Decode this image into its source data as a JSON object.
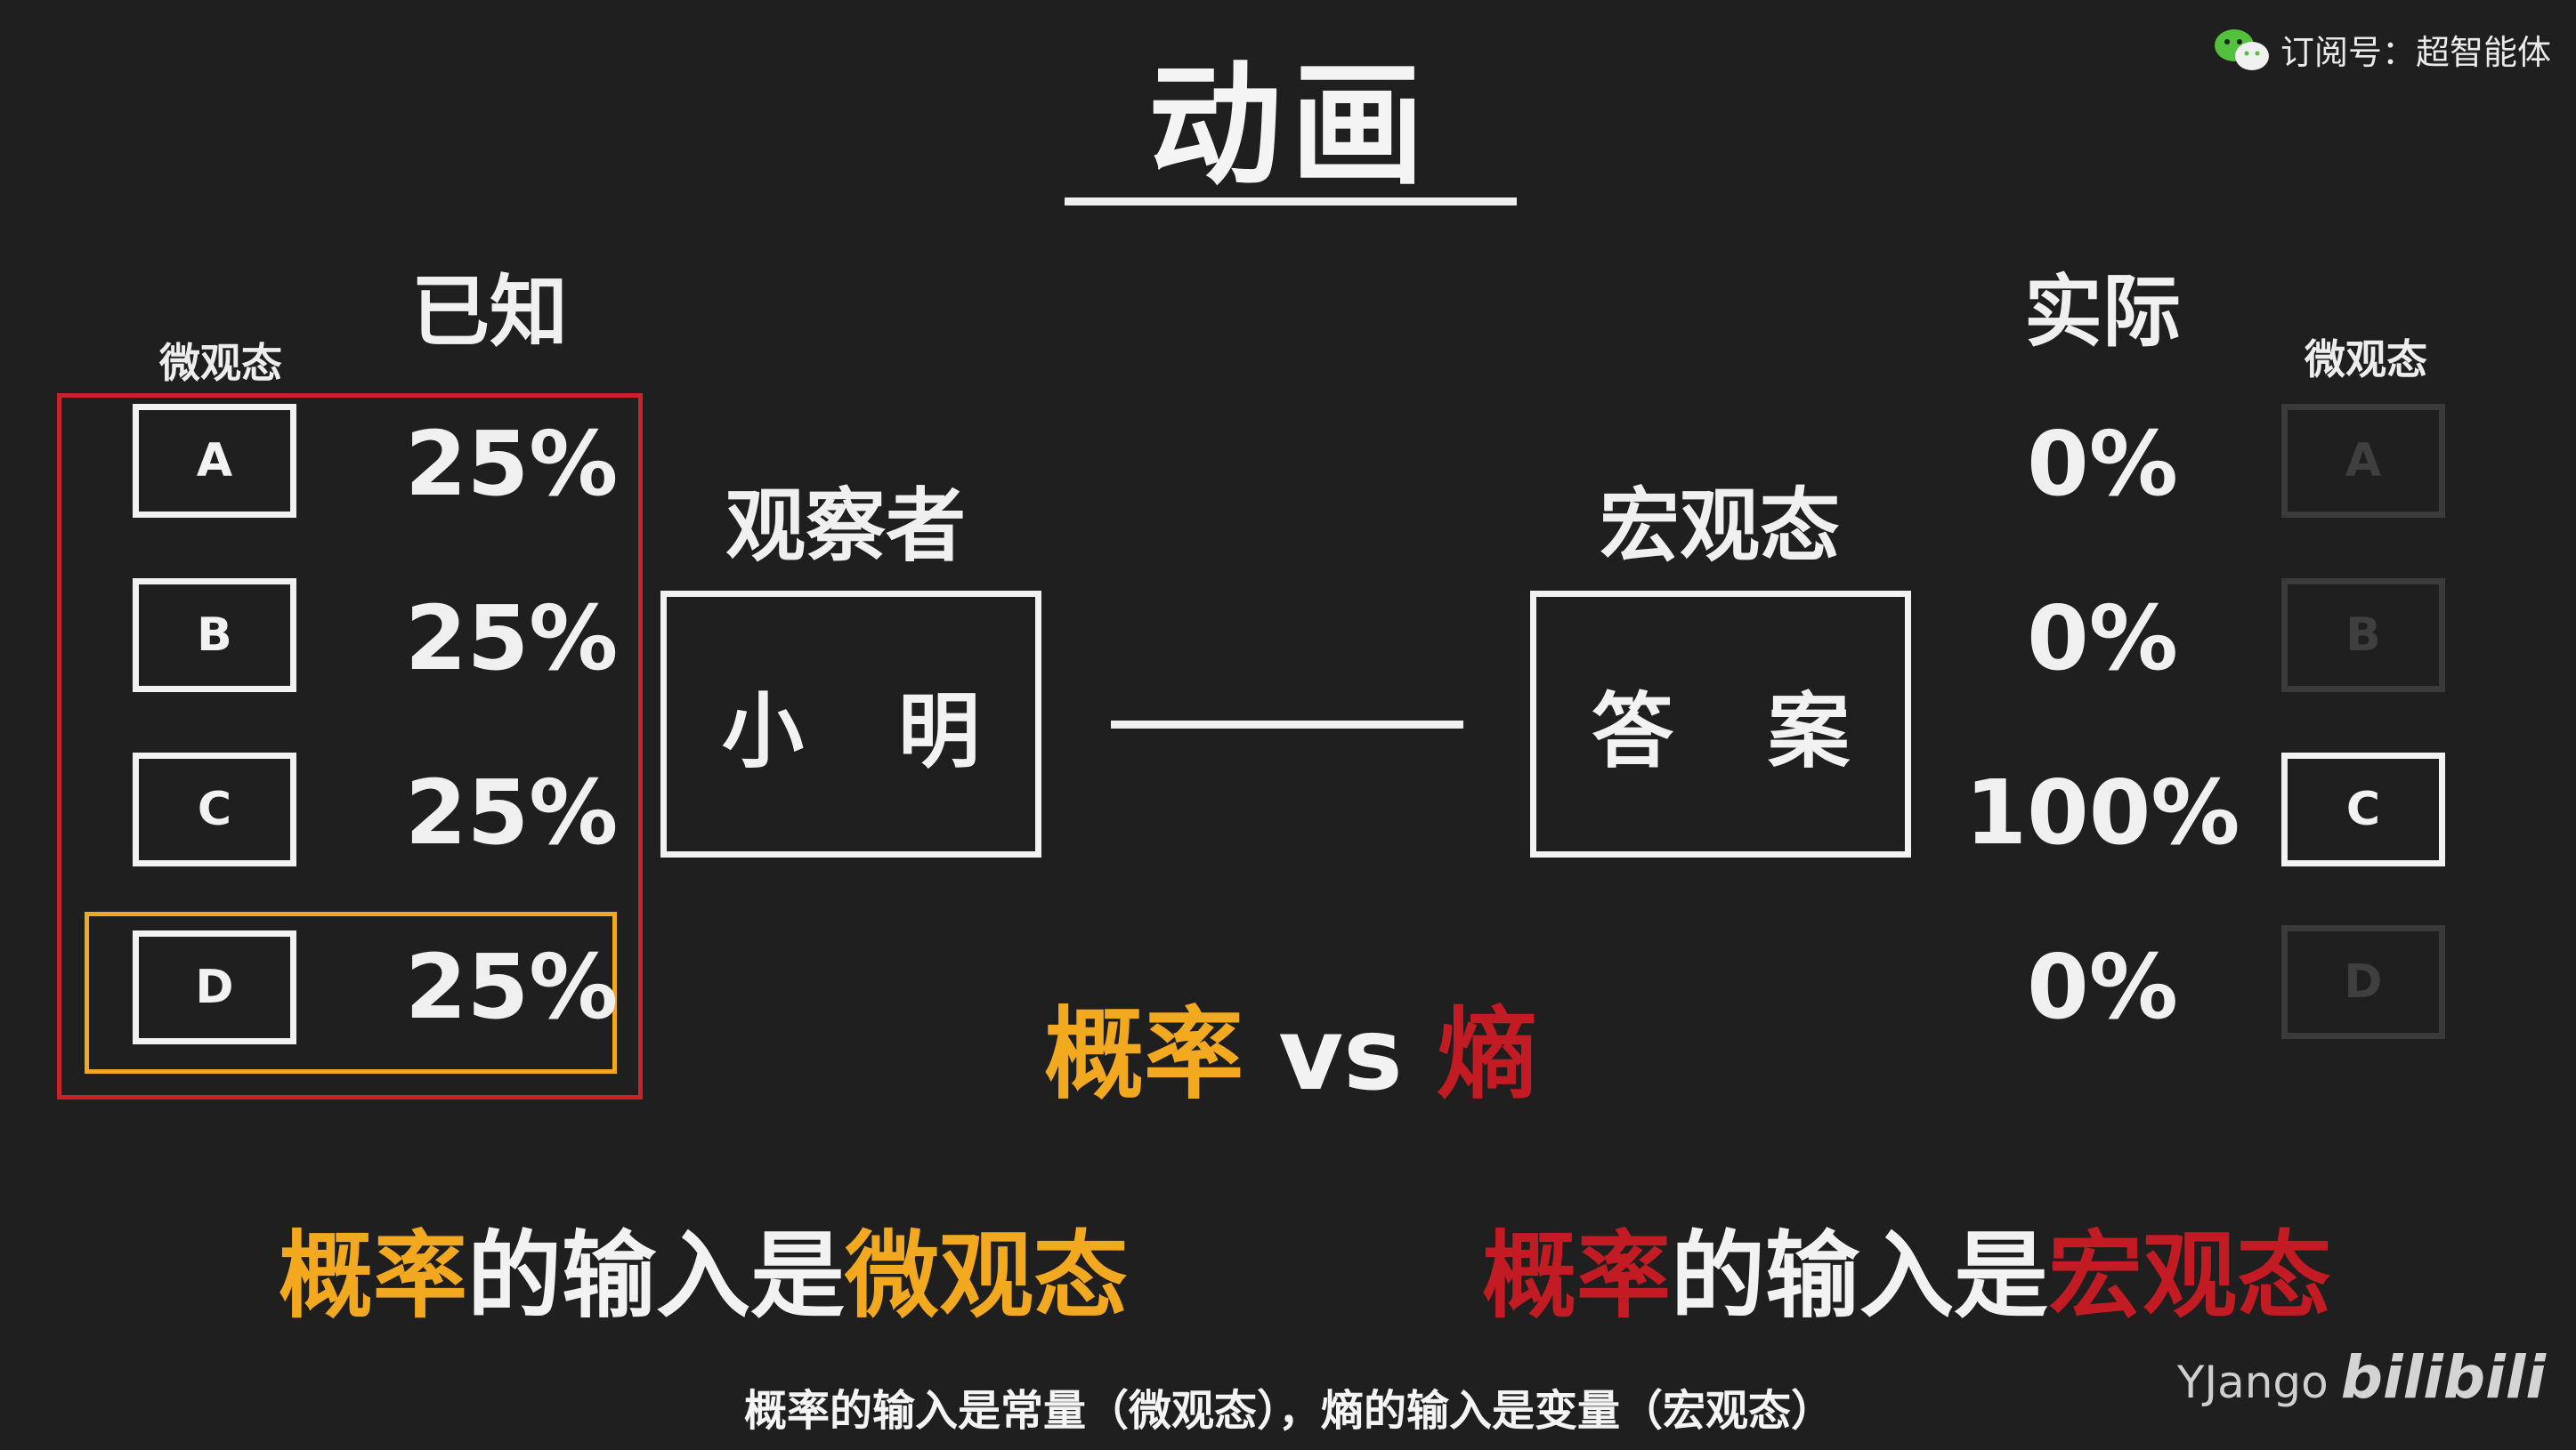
{
  "title": "动画",
  "watermark": {
    "wechat_text": "订阅号：超智能体",
    "icon": "wechat-icon"
  },
  "left": {
    "heading": "已知",
    "subheading": "微观态",
    "states": [
      {
        "label": "A",
        "pct": "25%"
      },
      {
        "label": "B",
        "pct": "25%"
      },
      {
        "label": "C",
        "pct": "25%"
      },
      {
        "label": "D",
        "pct": "25%"
      }
    ]
  },
  "observer": {
    "heading": "观察者",
    "box_chars": [
      "小",
      "明"
    ]
  },
  "macro": {
    "heading": "宏观态",
    "box_chars": [
      "答",
      "案"
    ]
  },
  "right": {
    "heading": "实际",
    "subheading": "微观态",
    "states": [
      {
        "label": "A",
        "pct": "0%",
        "active": false
      },
      {
        "label": "B",
        "pct": "0%",
        "active": false
      },
      {
        "label": "C",
        "pct": "100%",
        "active": true
      },
      {
        "label": "D",
        "pct": "0%",
        "active": false
      }
    ]
  },
  "vs": {
    "left": "概率",
    "middle": " vs ",
    "right": "熵"
  },
  "statements": {
    "left": {
      "a": "概率",
      "b": "的输入是",
      "c": "微观态"
    },
    "right": {
      "a": "概率",
      "b": "的输入是",
      "c": "宏观态"
    }
  },
  "subtitle": "概率的输入是常量（微观态），熵的输入是变量（宏观态）",
  "brand": {
    "name": "YJango",
    "logo": "bilibili"
  },
  "colors": {
    "background": "#1f1f1f",
    "yellow": "#f2a91f",
    "red": "#c21b23",
    "frame_red": "#c8232b",
    "frame_yellow": "#f0a722"
  }
}
